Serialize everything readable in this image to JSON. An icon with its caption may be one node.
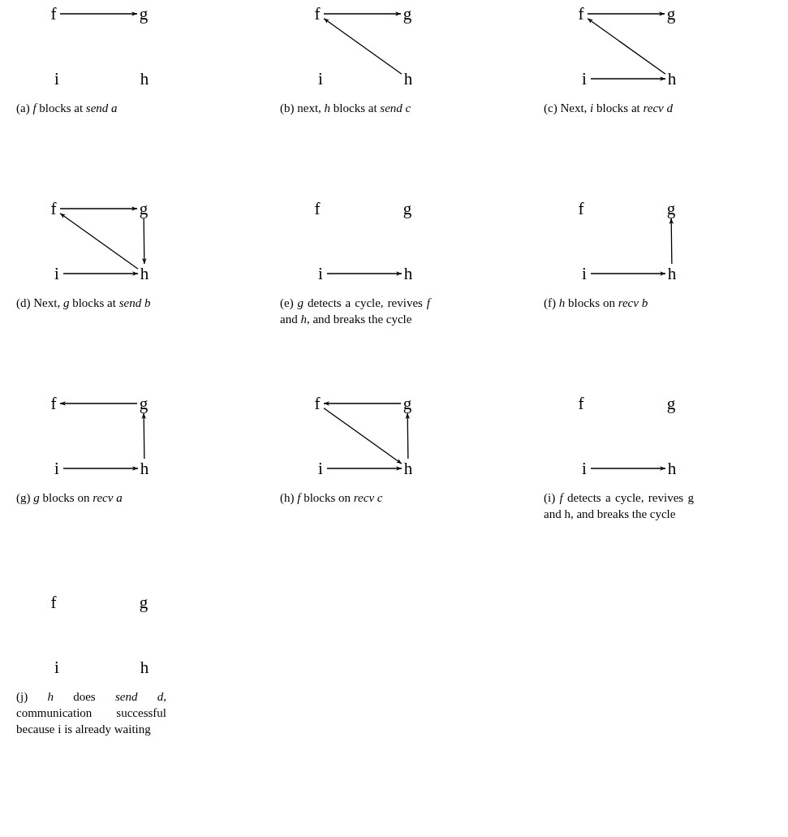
{
  "diagram": {
    "nodes": [
      {
        "text": [
          "f"
        ]
      },
      {
        "text": [
          "g"
        ]
      },
      {
        "text": [
          "i"
        ]
      },
      {
        "text": [
          "h"
        ]
      },
      {
        "text": [
          "f"
        ]
      },
      {
        "text": [
          "g"
        ]
      },
      {
        "text": [
          "i"
        ]
      },
      {
        "text": [
          "h"
        ]
      },
      {
        "text": [
          "f"
        ]
      },
      {
        "text": [
          "g"
        ]
      },
      {
        "text": [
          "i"
        ]
      },
      {
        "text": [
          "h"
        ]
      },
      {
        "text": [
          "f"
        ]
      },
      {
        "text": [
          "g"
        ]
      },
      {
        "text": [
          "i"
        ]
      },
      {
        "text": [
          "h"
        ]
      },
      {
        "text": [
          "f"
        ]
      },
      {
        "text": [
          "g"
        ]
      },
      {
        "text": [
          "i"
        ]
      },
      {
        "text": [
          "h"
        ]
      },
      {
        "text": [
          "f"
        ]
      },
      {
        "text": [
          "g"
        ]
      },
      {
        "text": [
          "i"
        ]
      },
      {
        "text": [
          "h"
        ]
      },
      {
        "text": [
          "f"
        ]
      },
      {
        "text": [
          "g"
        ]
      },
      {
        "text": [
          "i"
        ]
      },
      {
        "text": [
          "h"
        ]
      },
      {
        "text": [
          "f"
        ]
      },
      {
        "text": [
          "g"
        ]
      },
      {
        "text": [
          "i"
        ]
      },
      {
        "text": [
          "h"
        ]
      },
      {
        "text": [
          "f"
        ]
      },
      {
        "text": [
          "g"
        ]
      },
      {
        "text": [
          "i"
        ]
      },
      {
        "text": [
          "h"
        ]
      },
      {
        "text": [
          "f"
        ]
      },
      {
        "text": [
          "g"
        ]
      },
      {
        "text": [
          "i"
        ]
      },
      {
        "text": [
          "h"
        ]
      }
    ],
    "edges": [
      {
        "from": 0,
        "to": 1,
        "arrow": "to"
      },
      {
        "from": 4,
        "to": 5,
        "arrow": "to"
      },
      {
        "from": 7,
        "to": 4,
        "arrow": "to"
      },
      {
        "from": 8,
        "to": 9,
        "arrow": "to"
      },
      {
        "from": 11,
        "to": 8,
        "arrow": "to"
      },
      {
        "from": 10,
        "to": 11,
        "arrow": "to"
      },
      {
        "from": 12,
        "to": 13,
        "arrow": "to"
      },
      {
        "from": 15,
        "to": 12,
        "arrow": "to"
      },
      {
        "from": 14,
        "to": 15,
        "arrow": "to"
      },
      {
        "from": 13,
        "to": 15,
        "arrow": "to"
      },
      {
        "from": 18,
        "to": 19,
        "arrow": "to"
      },
      {
        "from": 22,
        "to": 23,
        "arrow": "to"
      },
      {
        "from": 23,
        "to": 21,
        "arrow": "to"
      },
      {
        "from": 25,
        "to": 24,
        "arrow": "to"
      },
      {
        "from": 26,
        "to": 27,
        "arrow": "to"
      },
      {
        "from": 27,
        "to": 25,
        "arrow": "to"
      },
      {
        "from": 29,
        "to": 28,
        "arrow": "to"
      },
      {
        "from": 28,
        "to": 31,
        "arrow": "to"
      },
      {
        "from": 30,
        "to": 31,
        "arrow": "to"
      },
      {
        "from": 31,
        "to": 29,
        "arrow": "to"
      },
      {
        "from": 34,
        "to": 35,
        "arrow": "to"
      }
    ],
    "labels": [
      "(a) *f* blocks at *send a*",
      "(b) next, *h* blocks at *send c*",
      "(c) Next, *i* blocks at *recv d*",
      "(d) Next, *g* blocks at *send b*",
      "(e) *g* detects a cycle, revives *f* and *h*, and breaks the cycle",
      "(f) *h* blocks on *recv b*",
      "(g) *g* blocks on *recv a*",
      "(h) *f* blocks on *recv c*",
      "(i) *f* detects a cycle, revives g and h, and breaks the cycle",
      "(j) *h* does *send d*, communication successful because i is already waiting"
    ]
  }
}
